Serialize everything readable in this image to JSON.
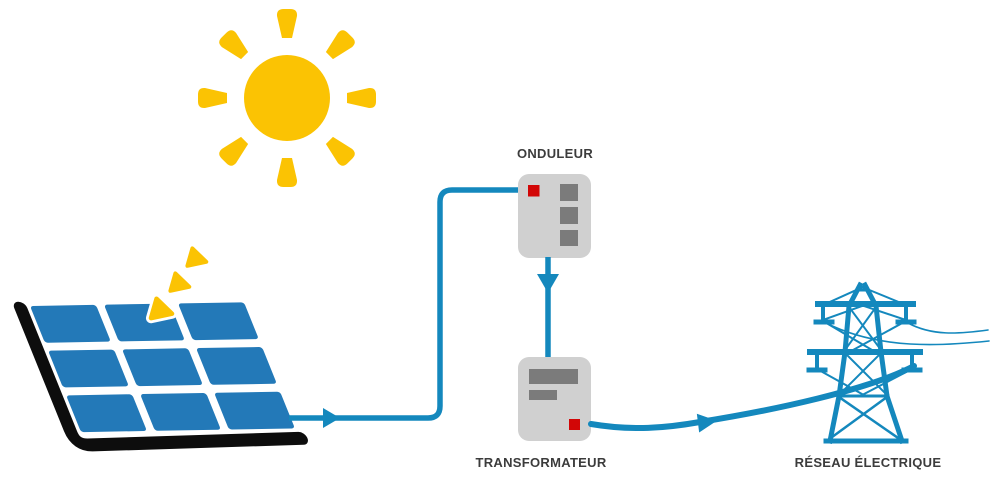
{
  "diagram": {
    "type": "solar-power-flow",
    "nodes": [
      {
        "id": "sun",
        "icon": "sun-icon",
        "label": ""
      },
      {
        "id": "sunlight",
        "icon": "sunlight-rays-icon",
        "label": ""
      },
      {
        "id": "solar-panel",
        "icon": "solar-panel-icon",
        "label": ""
      },
      {
        "id": "inverter",
        "icon": "inverter-icon",
        "label": "ONDULEUR"
      },
      {
        "id": "transformer",
        "icon": "transformer-icon",
        "label": "TRANSFORMATEUR"
      },
      {
        "id": "grid",
        "icon": "power-pylon-icon",
        "label": "RÉSEAU ÉLECTRIQUE"
      }
    ],
    "connections": [
      {
        "from": "sun",
        "to": "solar-panel",
        "style": "yellow-ray-triangles"
      },
      {
        "from": "solar-panel",
        "to": "inverter",
        "style": "elbow-wire-arrow"
      },
      {
        "from": "inverter",
        "to": "transformer",
        "style": "straight-wire-arrow"
      },
      {
        "from": "transformer",
        "to": "grid",
        "style": "curved-wire-arrow"
      }
    ]
  },
  "colors": {
    "background": "#ffffff",
    "sun_yellow": "#fbc303",
    "panel_blue": "#2379b8",
    "wire_blue": "#1488bd",
    "frame_black": "#0d0d0d",
    "device_gray": "#d0d0d0",
    "device_dark_gray": "#7b7b7b",
    "indicator_red": "#d20606",
    "label_text": "#3c3c3c"
  }
}
